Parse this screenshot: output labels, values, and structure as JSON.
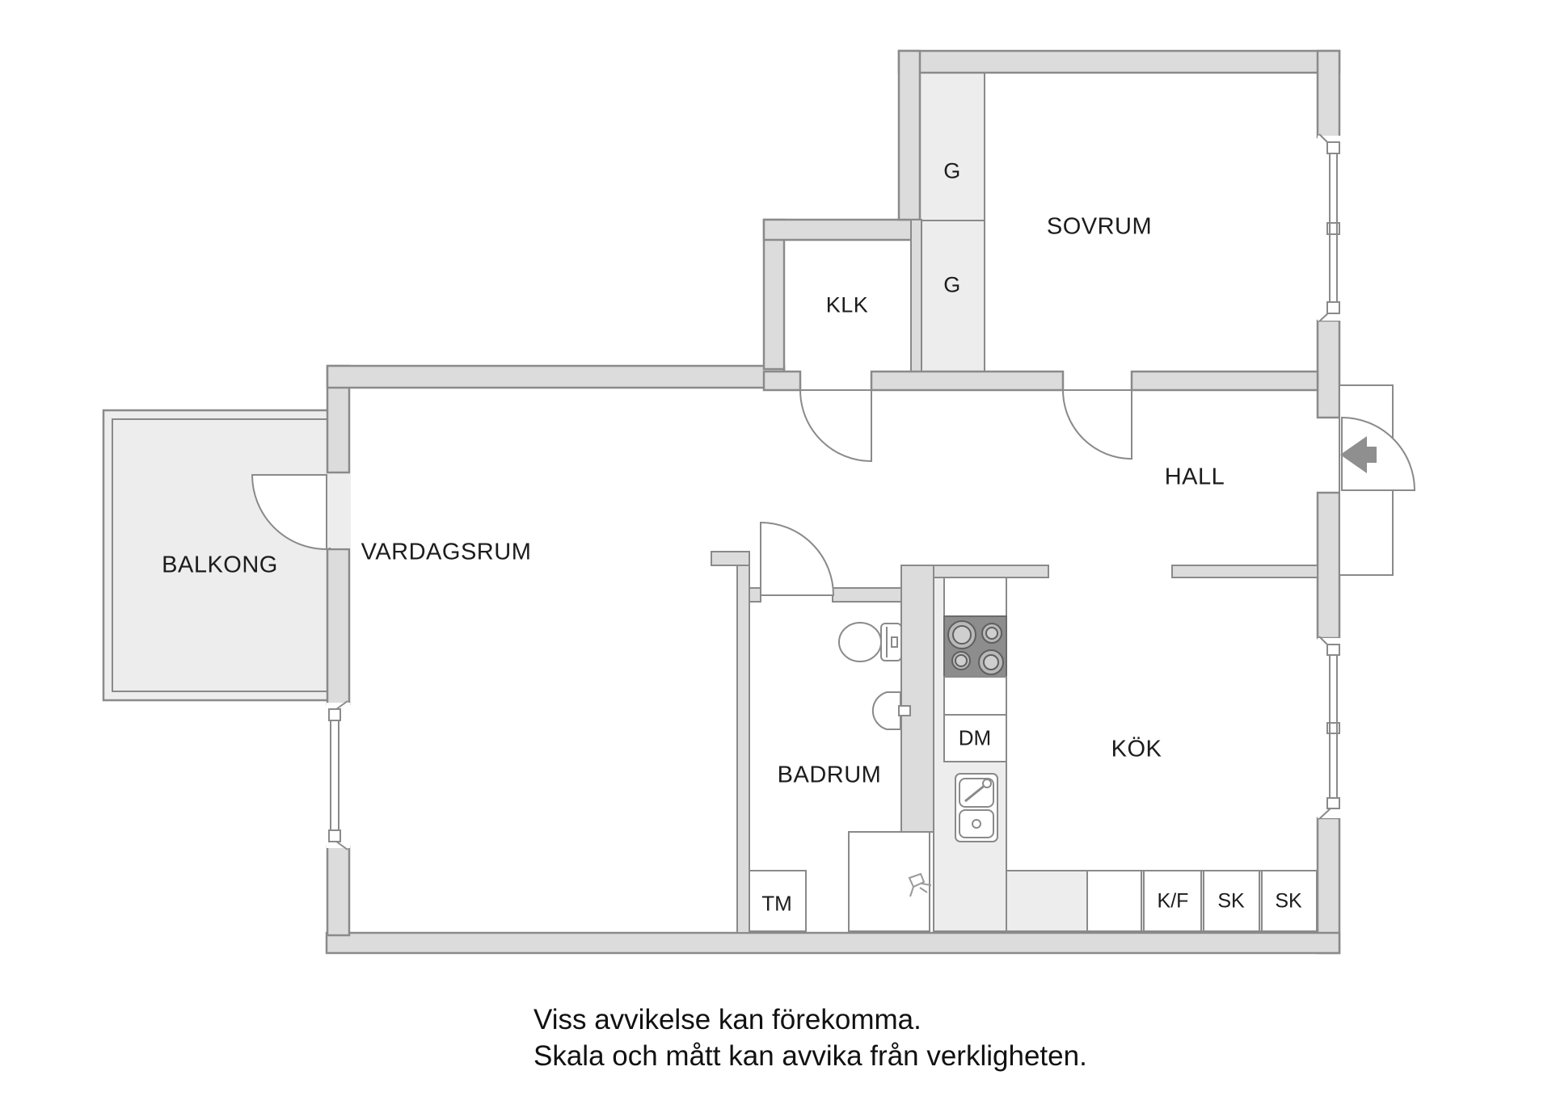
{
  "floorplan": {
    "rooms": {
      "balkong": "BALKONG",
      "vardagsrum": "VARDAGSRUM",
      "klk": "KLK",
      "sovrum": "SOVRUM",
      "hall": "HALL",
      "badrum": "BADRUM",
      "kok": "KÖK"
    },
    "wardrobes": {
      "g1": "G",
      "g2": "G"
    },
    "units": {
      "dm": "DM",
      "tm": "TM",
      "kf": "K/F",
      "sk1": "SK",
      "sk2": "SK"
    },
    "disclaimer": {
      "line1": "Viss avvikelse kan förekomma.",
      "line2": "Skala och mått kan avvika från verkligheten."
    },
    "colors": {
      "wall_fill": "#dcdcdc",
      "wall_line": "#8a8a8a",
      "accent_floor": "#ededed",
      "stove_fill": "#8d8d8d",
      "arrow": "#8f8f8f",
      "text": "#1c1c1c"
    }
  }
}
